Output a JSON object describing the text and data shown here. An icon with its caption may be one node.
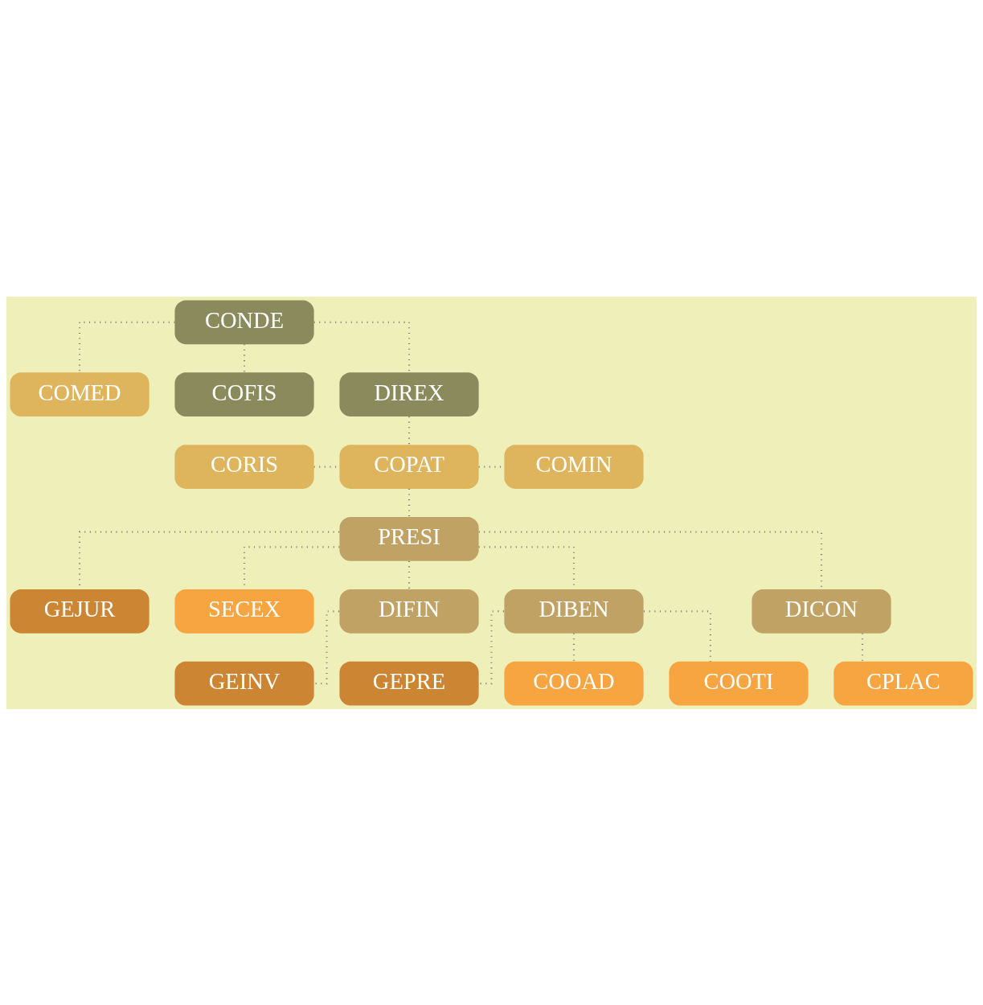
{
  "diagram": {
    "nodes": [
      {
        "text": [
          "CONDE"
        ]
      },
      {
        "text": [
          "COMED"
        ]
      },
      {
        "text": [
          "COFIS"
        ]
      },
      {
        "text": [
          "DIREX"
        ]
      },
      {
        "text": [
          "CORIS"
        ]
      },
      {
        "text": [
          "COPAT"
        ]
      },
      {
        "text": [
          "COMIN"
        ]
      },
      {
        "text": [
          "PRESI"
        ]
      },
      {
        "text": [
          "GEJUR"
        ]
      },
      {
        "text": [
          "SECEX"
        ]
      },
      {
        "text": [
          "DIFIN"
        ]
      },
      {
        "text": [
          "DIBEN"
        ]
      },
      {
        "text": [
          "DICON"
        ]
      },
      {
        "text": [
          "GEINV"
        ]
      },
      {
        "text": [
          "GEPRE"
        ]
      },
      {
        "text": [
          "CPLAC"
        ]
      },
      {
        "text": [
          "COOAD"
        ]
      },
      {
        "text": [
          "COOTI"
        ]
      }
    ],
    "edges": [
      {
        "from": 0,
        "to": 1,
        "arrow": "none"
      },
      {
        "from": 0,
        "to": 2,
        "arrow": "none"
      },
      {
        "from": 0,
        "to": 3,
        "arrow": "none"
      },
      {
        "from": 3,
        "to": 5,
        "arrow": "none"
      },
      {
        "from": 4,
        "to": 5,
        "arrow": "none"
      },
      {
        "from": 5,
        "to": 6,
        "arrow": "none"
      },
      {
        "from": 5,
        "to": 7,
        "arrow": "none"
      },
      {
        "from": 7,
        "to": 8,
        "arrow": "none"
      },
      {
        "from": 7,
        "to": 9,
        "arrow": "none"
      },
      {
        "from": 7,
        "to": 10,
        "arrow": "none"
      },
      {
        "from": 7,
        "to": 11,
        "arrow": "none"
      },
      {
        "from": 7,
        "to": 12,
        "arrow": "none"
      },
      {
        "from": 10,
        "to": 13,
        "arrow": "none"
      },
      {
        "from": 11,
        "to": 14,
        "arrow": "none"
      },
      {
        "from": 11,
        "to": 16,
        "arrow": "none"
      },
      {
        "from": 11,
        "to": 17,
        "arrow": "none"
      },
      {
        "from": 12,
        "to": 15,
        "arrow": "none"
      }
    ]
  }
}
